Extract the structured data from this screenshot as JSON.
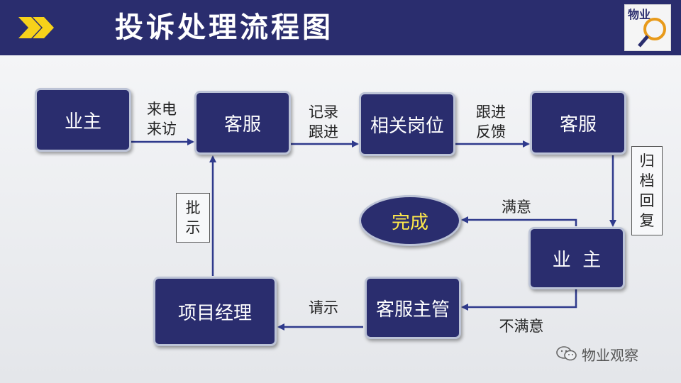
{
  "header": {
    "title": "投诉处理流程图",
    "logo_text": "物业"
  },
  "nodes": {
    "owner_start": "业主",
    "cs_1": "客服",
    "related_post": "相关岗位",
    "cs_2": "客服",
    "owner_2": "业  主",
    "complete": "完成",
    "cs_supervisor": "客服主管",
    "project_manager": "项目经理"
  },
  "edges": {
    "call_visit": [
      "来电",
      "来访"
    ],
    "record_followup": [
      "记录",
      "跟进"
    ],
    "followup_feedback": [
      "跟进",
      "反馈"
    ],
    "archive_revisit": [
      "归",
      "档",
      "回",
      "复"
    ],
    "satisfied": "满意",
    "unsatisfied": "不满意",
    "request_instruction": "请示",
    "approve": [
      "批",
      "示"
    ]
  },
  "watermark": {
    "text": "物业观察",
    "icon": "wechat-icon"
  },
  "colors": {
    "header_bg": "#2a2d6e",
    "node_fill": "#2a2d6e",
    "node_border": "#bcc3d6",
    "arrow": "#2f3a8c",
    "complete_text": "#ffe94a",
    "chevron": "#f7d21a"
  }
}
